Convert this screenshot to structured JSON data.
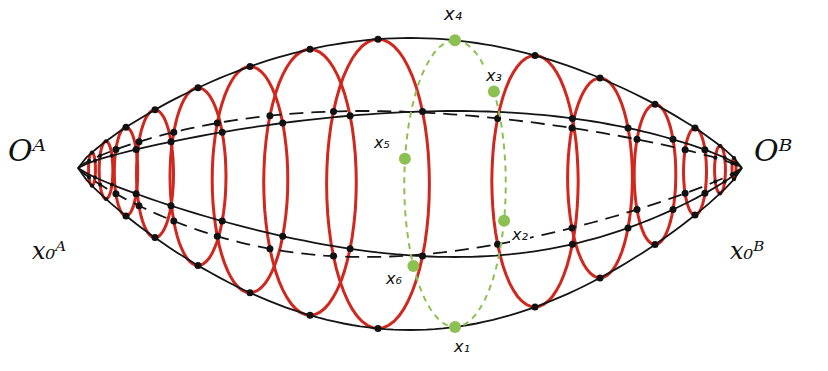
{
  "diagram": {
    "labels": [
      "x₄",
      "x₃",
      "x₅",
      "x₂",
      "x₆",
      "x₁",
      "Oᴬ",
      "Oᴮ",
      "x₀ᴬ",
      "x₀ᴮ"
    ]
  }
}
